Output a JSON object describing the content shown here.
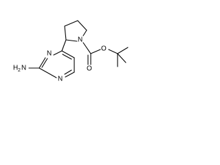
{
  "molecule": {
    "atoms": {
      "n_pyrimidine_upper": "N",
      "n_pyrimidine_lower": "N",
      "n_pyrrolidine": "N",
      "o_ether": "O",
      "o_carbonyl": "O",
      "amine_h": "H",
      "amine_sub": "2",
      "amine_n": "N"
    }
  }
}
